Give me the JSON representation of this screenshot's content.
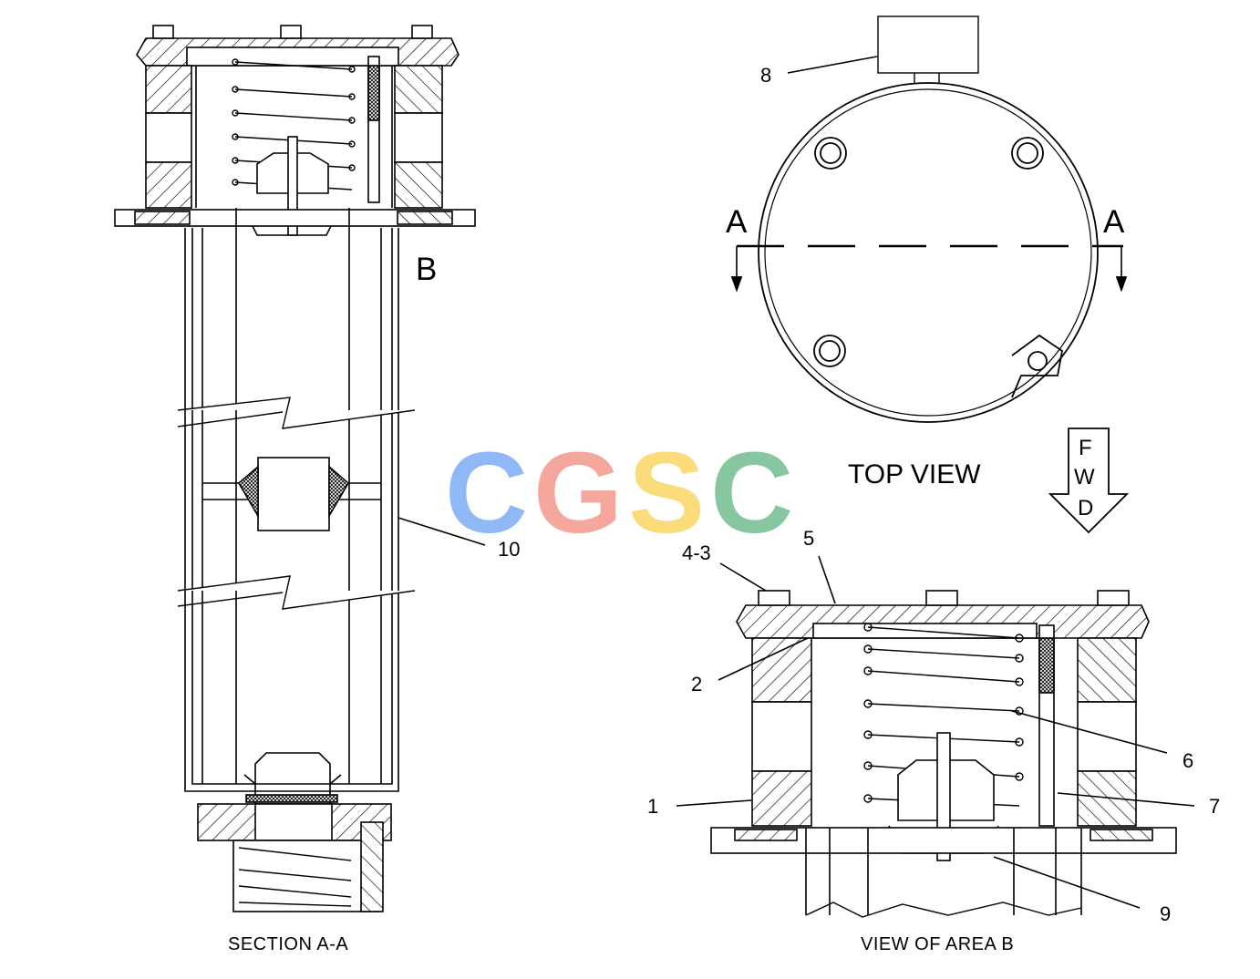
{
  "labels": {
    "section_title": "SECTION  A-A",
    "area_title": "VIEW OF AREA  B",
    "top_view": "TOP VIEW",
    "section_mark_left": "A",
    "section_mark_right": "A",
    "area_mark": "B",
    "fwd": [
      "F",
      "W",
      "D"
    ]
  },
  "callouts": [
    "1",
    "2",
    "4-3",
    "5",
    "6",
    "7",
    "8",
    "9",
    "10"
  ],
  "watermark": {
    "letters": [
      "C",
      "G",
      "S",
      "C"
    ],
    "colors": [
      "#8fb8f7",
      "#f5a79d",
      "#fbdc7a",
      "#86c7a0"
    ]
  },
  "colors": {
    "line": "#000000",
    "background": "#ffffff"
  }
}
